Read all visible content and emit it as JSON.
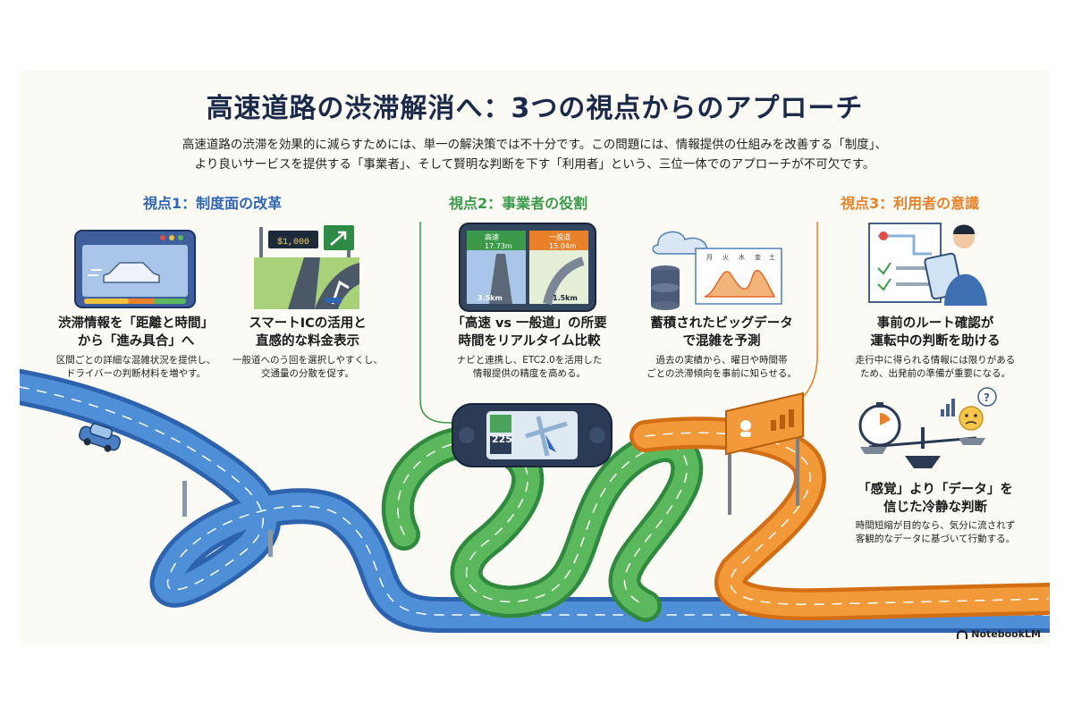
{
  "title": "高速道路の渋滞解消へ：3つの視点からのアプローチ",
  "intro": [
    "高速道路の渋滞を効果的に減らすためには、単一の解決策では不十分です。この問題には、情報提供の仕組みを改善する「制度」、",
    "より良いサービスを提供する「事業者」、そして賢明な判断を下す「利用者」という、三位一体でのアプローチが不可欠です。"
  ],
  "colors": {
    "perspective1": "#2f66b4",
    "perspective2": "#3b9a4a",
    "perspective3": "#e8822a",
    "title": "#1b2a4a"
  },
  "perspectives": [
    {
      "heading": "視点1：制度面の改革",
      "items": [
        {
          "icon": "road-info-sign-icon",
          "title": [
            "渋滞情報を「距離と時間」",
            "から「進み具合」へ"
          ],
          "body": [
            "区間ごとの詳細な混雑状況を提供し、",
            "ドライバーの判断材料を増やす。"
          ]
        },
        {
          "icon": "toll-sign-icon",
          "sign_price": "$1,000",
          "title": [
            "スマートICの活用と",
            "直感的な料金表示"
          ],
          "body": [
            "一般道へのう回を選択しやすくし、",
            "交通量の分散を促す。"
          ]
        }
      ]
    },
    {
      "heading": "視点2：事業者の役割",
      "items": [
        {
          "icon": "navigation-comparison-icon",
          "nav": {
            "left_label": "高速",
            "left_time": "17.73m",
            "right_label": "一般道",
            "right_time": "15.04m",
            "left_dist": "3.5km",
            "right_dist": "1.5km"
          },
          "title": [
            "「高速 vs 一般道」の所要",
            "時間をリアルタイム比較"
          ],
          "body": [
            "ナビと連携し、ETC2.0を活用した",
            "情報提供の精度を高める。"
          ]
        },
        {
          "icon": "big-data-chart-icon",
          "chart_days": [
            "月",
            "火",
            "水",
            "金",
            "土"
          ],
          "title": [
            "蓄積されたビッグデータ",
            "で混雑を予測"
          ],
          "body": [
            "過去の実績から、曜日や時間帯",
            "ごとの渋滞傾向を事前に知らせる。"
          ]
        }
      ]
    },
    {
      "heading": "視点3：利用者の意識",
      "items": [
        {
          "icon": "route-planning-icon",
          "title": [
            "事前のルート確認が",
            "運転中の判断を助ける"
          ],
          "body": [
            "走行中に得られる情報には限りがある",
            "ため、出発前の準備が重要になる。"
          ]
        },
        {
          "icon": "balance-scale-icon",
          "title": [
            "「感覚」より「データ」を",
            "信じた冷静な判断"
          ],
          "body": [
            "時間短縮が目的なら、気分に流されず",
            "客観的なデータに基づいて行動する。"
          ]
        }
      ]
    }
  ],
  "car_nav_screen_number": "225",
  "brand": "NotebookLM"
}
